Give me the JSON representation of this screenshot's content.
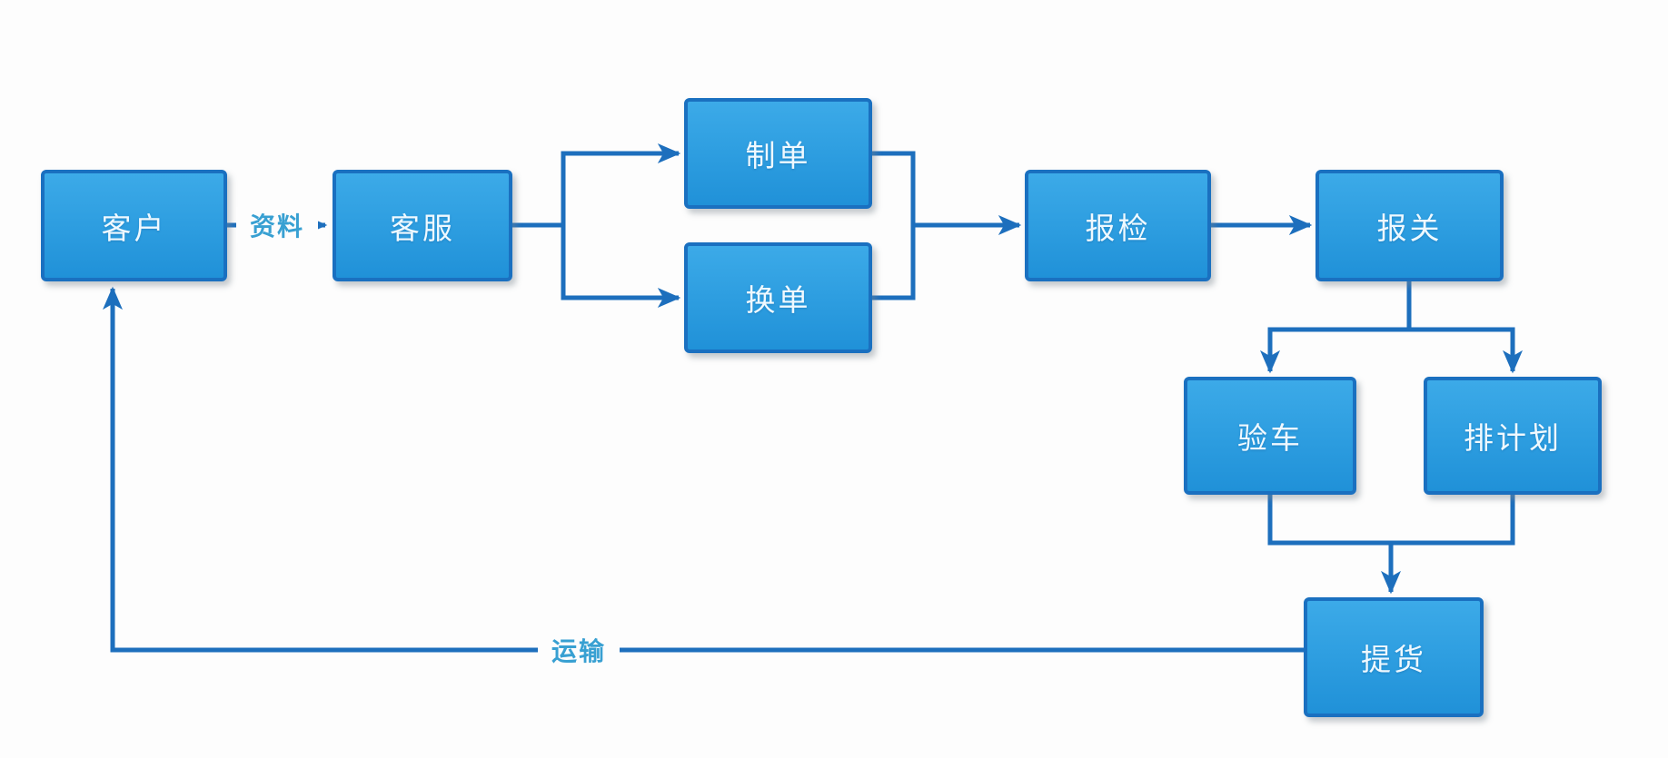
{
  "diagram": {
    "type": "flowchart",
    "nodes": {
      "customer": {
        "label": "客户"
      },
      "customer_service": {
        "label": "客服"
      },
      "make_docs": {
        "label": "制单"
      },
      "exchange_docs": {
        "label": "换单"
      },
      "inspection": {
        "label": "报检"
      },
      "customs": {
        "label": "报关"
      },
      "vehicle_check": {
        "label": "验车"
      },
      "scheduling": {
        "label": "排计划"
      },
      "pickup": {
        "label": "提货"
      }
    },
    "edge_labels": {
      "documents": "资料",
      "transport": "运输"
    },
    "edges": [
      {
        "from": "客户",
        "to": "客服",
        "label": "资料"
      },
      {
        "from": "客服",
        "to": "制单",
        "label": ""
      },
      {
        "from": "客服",
        "to": "换单",
        "label": ""
      },
      {
        "from": "制单",
        "to": "报检",
        "label": ""
      },
      {
        "from": "换单",
        "to": "报检",
        "label": ""
      },
      {
        "from": "报检",
        "to": "报关",
        "label": ""
      },
      {
        "from": "报关",
        "to": "验车",
        "label": ""
      },
      {
        "from": "报关",
        "to": "排计划",
        "label": ""
      },
      {
        "from": "验车",
        "to": "提货",
        "label": ""
      },
      {
        "from": "排计划",
        "to": "提货",
        "label": ""
      },
      {
        "from": "提货",
        "to": "客户",
        "label": "运输"
      }
    ],
    "colors": {
      "node_fill_top": "#3caae8",
      "node_fill_bottom": "#2091d8",
      "node_border": "#1a70c0",
      "node_text": "#eff9ff",
      "connector": "#1d6fbd",
      "edge_label_text": "#38a0d2",
      "background": "#fdfdfd"
    }
  }
}
